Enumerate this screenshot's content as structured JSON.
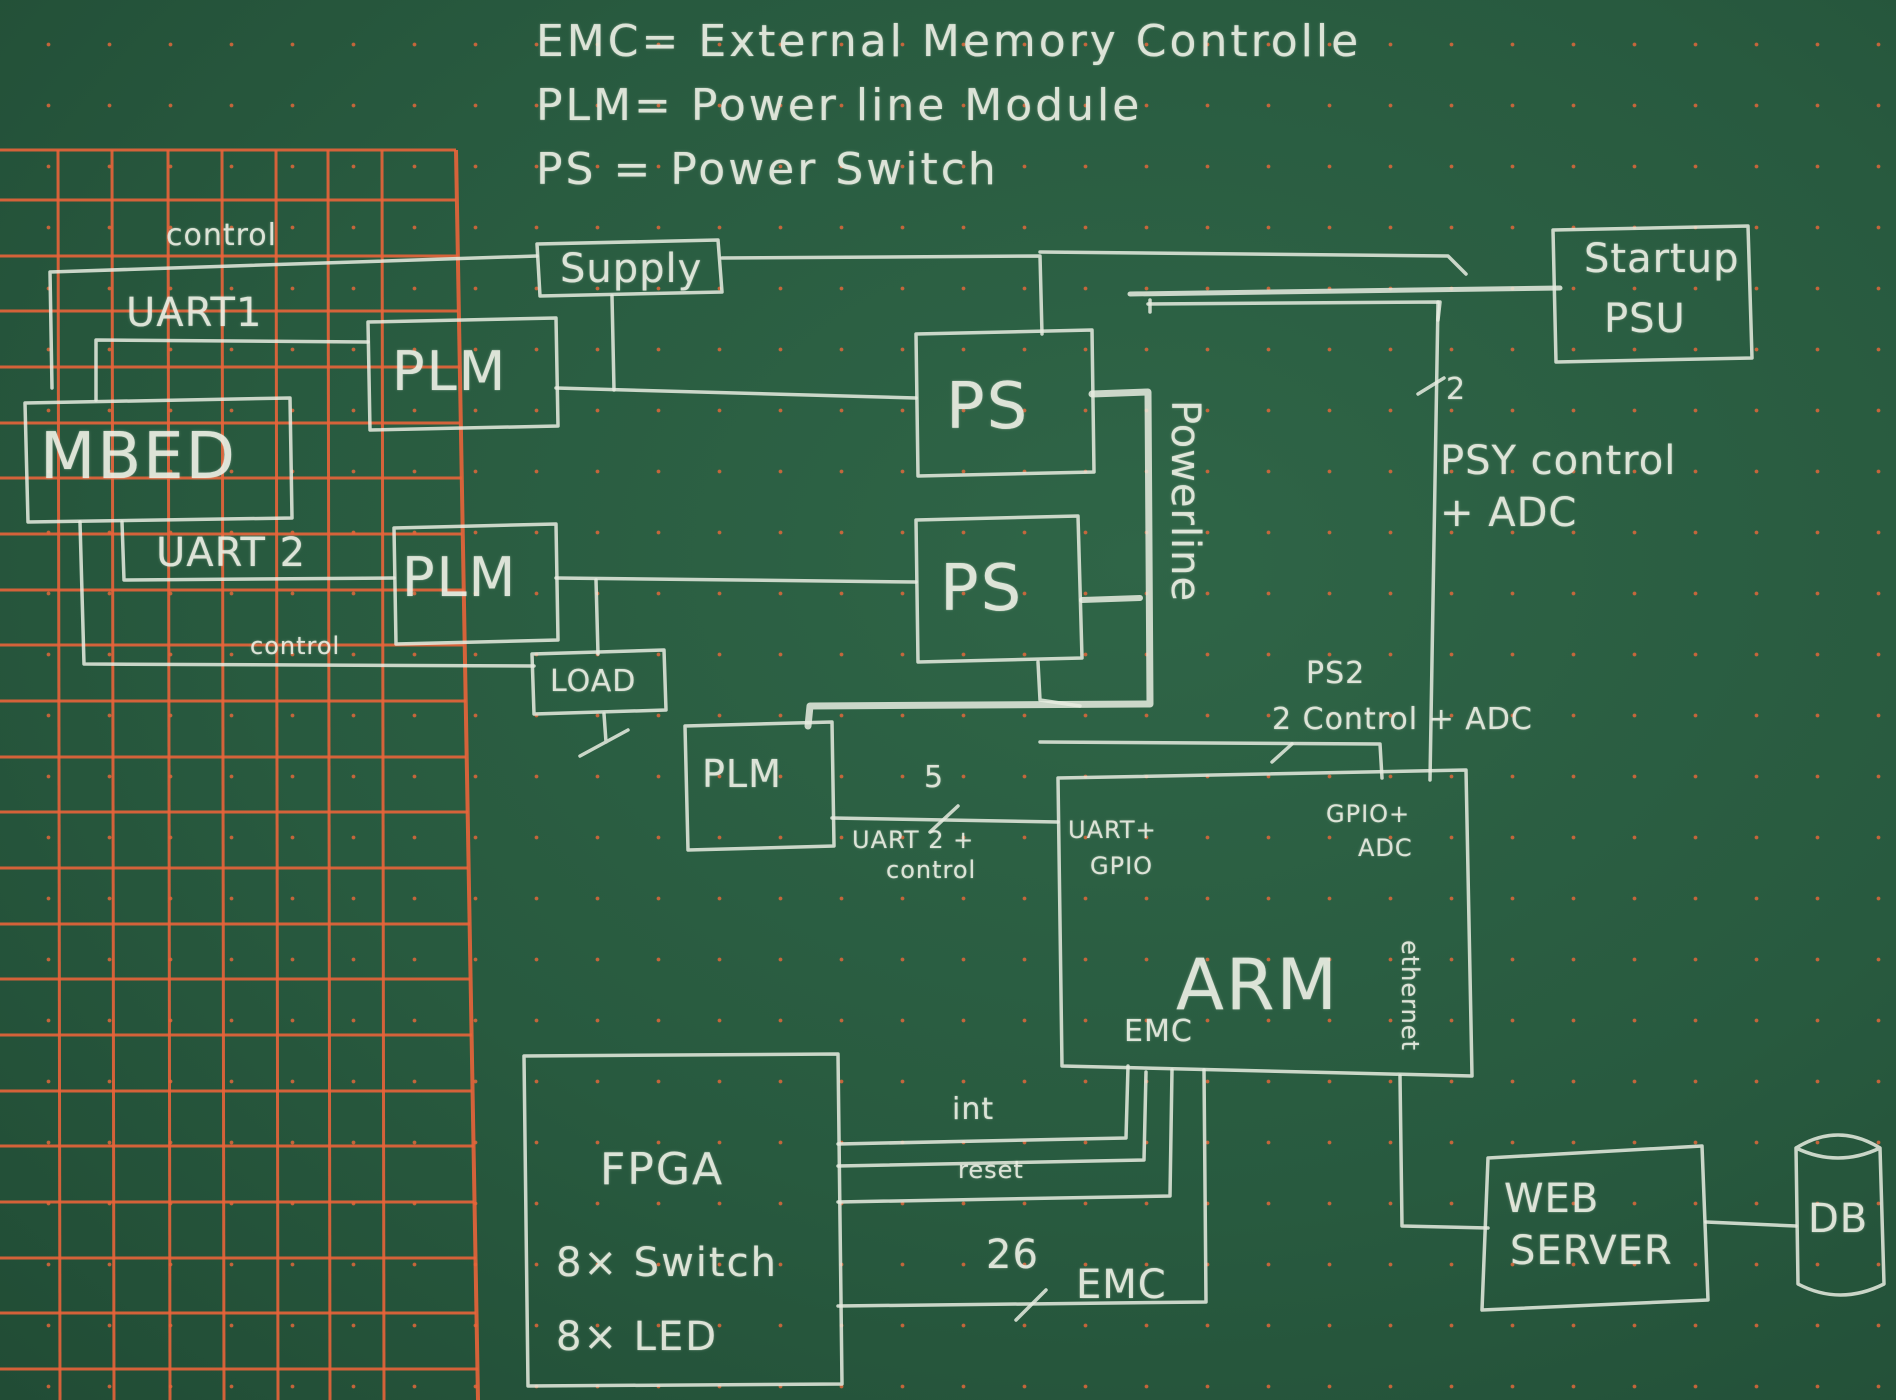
{
  "legend": {
    "emc": "EMC= External Memory Controlle",
    "plm": "PLM= Power line Module",
    "ps": "PS = Power Switch"
  },
  "blocks": {
    "supply": "Supply",
    "mbed": "MBED",
    "plm1": "PLM",
    "plm2": "PLM",
    "plm3": "PLM",
    "ps1": "PS",
    "ps2": "PS",
    "load": "LOAD",
    "startup_psu_line1": "Startup",
    "startup_psu_line2": "PSU",
    "arm": "ARM",
    "fpga": "FPGA",
    "fpga_switch": "8× Switch",
    "fpga_led": "8× LED",
    "web_server_line1": "WEB",
    "web_server_line2": "SERVER",
    "db": "DB"
  },
  "labels": {
    "control_top": "control",
    "uart1": "UART1",
    "uart2": "UART 2",
    "control_bottom": "control",
    "powerline": "Powerline",
    "bus_count_top": "2",
    "psu_control_line1": "PSY control",
    "psu_control_line2": "+ ADC",
    "ps2_control_line1": "PS2",
    "ps2_control_line2": "2 Control + ADC",
    "bus_count_five": "5",
    "uart2_control_line1": "UART 2 +",
    "uart2_control_line2": "control",
    "arm_uart_gpio_line1": "UART+",
    "arm_uart_gpio_line2": "GPIO",
    "arm_gpio_adc_line1": "GPIO+",
    "arm_gpio_adc_line2": "ADC",
    "arm_ethernet": "ethernet",
    "arm_emc": "EMC",
    "int": "int",
    "reset": "reset",
    "bus_count_26": "26",
    "emc_bus": "EMC"
  },
  "colors": {
    "board": "#27573d",
    "chalk": "#ecefe4",
    "grid_lines": "#e8643a"
  }
}
